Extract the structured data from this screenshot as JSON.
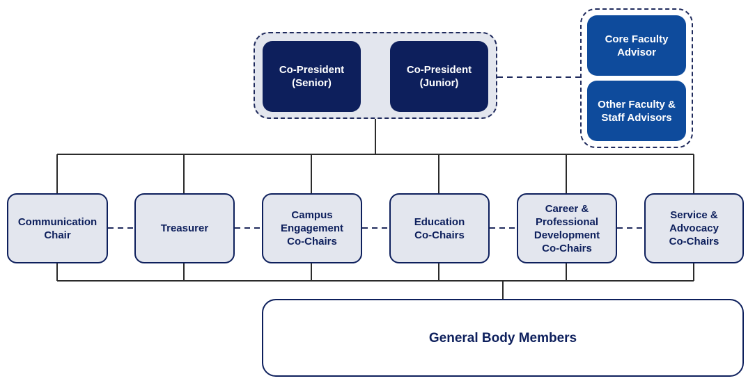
{
  "colors": {
    "president_fill": "#0d1f5c",
    "advisor_fill": "#0e4b9c",
    "role_fill": "#e3e6ee",
    "outline": "#0d1f5c",
    "text_dark": "#0d1f5c",
    "text_light": "#ffffff"
  },
  "presidents": [
    {
      "label": "Co-President\n(Senior)"
    },
    {
      "label": "Co-President\n(Junior)"
    }
  ],
  "advisors": [
    {
      "label": "Core Faculty\nAdvisor"
    },
    {
      "label": "Other Faculty &\nStaff Advisors"
    }
  ],
  "roles": [
    {
      "label": "Communication\nChair"
    },
    {
      "label": "Treasurer"
    },
    {
      "label": "Campus\nEngagement\nCo-Chairs"
    },
    {
      "label": "Education\nCo-Chairs"
    },
    {
      "label": "Career &\nProfessional\nDevelopment\nCo-Chairs"
    },
    {
      "label": "Service &\nAdvocacy\nCo-Chairs"
    }
  ],
  "general_body": {
    "label": "General Body Members"
  }
}
